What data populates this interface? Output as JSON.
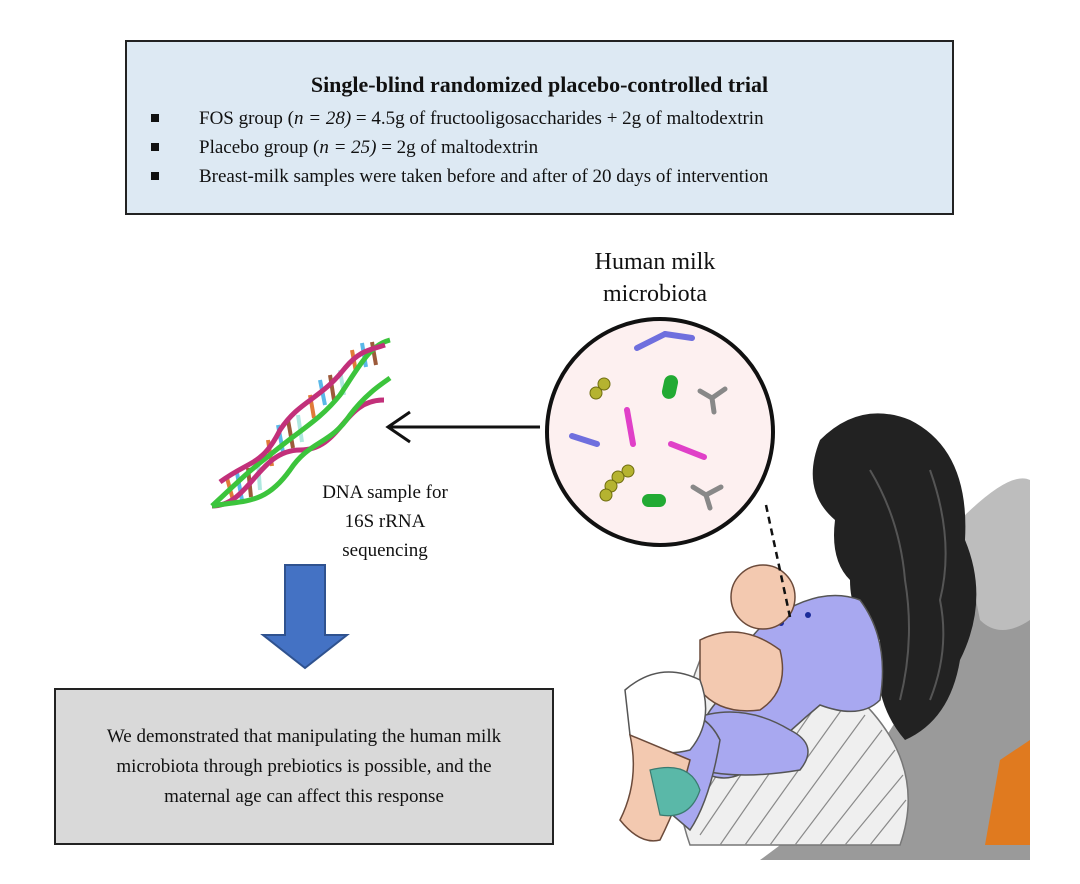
{
  "trial": {
    "title": "Single-blind randomized placebo-controlled trial",
    "items": [
      {
        "pre": "FOS group (",
        "italic": "n = 28)",
        "post": " = 4.5g of fructooligosaccharides + 2g of maltodextrin"
      },
      {
        "pre": "Placebo group (",
        "italic": "n = 25)",
        "post": " = 2g of maltodextrin"
      },
      {
        "pre": "Breast-milk samples were taken before and after of 20 days of intervention",
        "italic": "",
        "post": ""
      }
    ]
  },
  "human_label": {
    "line1": "Human milk",
    "line2": "microbiota"
  },
  "dna_label": {
    "line1": "DNA sample for",
    "line2": "16S rRNA",
    "line3": "sequencing"
  },
  "conclusion": {
    "text": "We demonstrated that manipulating the human milk microbiota through prebiotics is possible, and the maternal age can affect this response"
  },
  "colors": {
    "trial_box_bg": "#dde9f3",
    "conclusion_box_bg": "#d9d9d9",
    "down_arrow": "#4472c4",
    "dna_backbone_green": "#3cc43c",
    "dna_backbone_magenta": "#c2307a",
    "mother_shirt": "#a8a8f0"
  },
  "icons": {
    "dna": "dna-helix-icon",
    "arrow_left": "arrow-left-icon",
    "arrow_down": "arrow-down-icon",
    "microbiota_circle": "microbe-circle-icon",
    "mother_baby": "breastfeeding-mother-illustration"
  }
}
